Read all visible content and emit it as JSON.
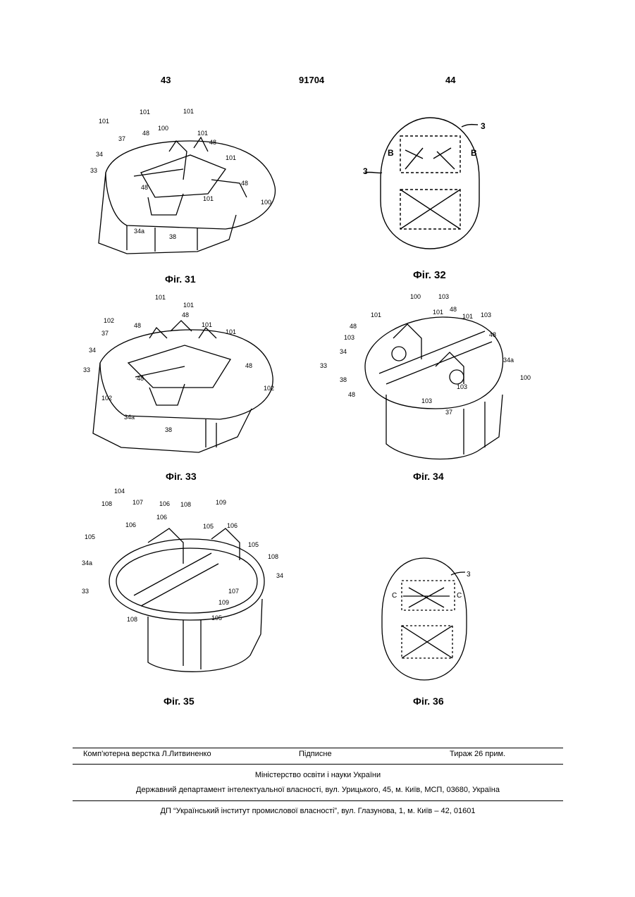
{
  "header": {
    "left_page": "43",
    "patent_number": "91704",
    "right_page": "44"
  },
  "figures": [
    {
      "caption": "Фіг. 31",
      "labels": [
        "101",
        "101",
        "101",
        "48",
        "100",
        "37",
        "101",
        "48",
        "34",
        "101",
        "33",
        "48",
        "48",
        "101",
        "100",
        "34a",
        "38"
      ]
    },
    {
      "caption": "Фіг. 32",
      "labels": [
        "3",
        "3",
        "B",
        "B"
      ]
    },
    {
      "caption": "Фіг. 33",
      "labels": [
        "101",
        "101",
        "102",
        "48",
        "48",
        "37",
        "101",
        "101",
        "34",
        "33",
        "48",
        "48",
        "102",
        "102",
        "34a",
        "38"
      ]
    },
    {
      "caption": "Фіг. 34",
      "labels": [
        "100",
        "103",
        "101",
        "101",
        "48",
        "101",
        "103",
        "48",
        "103",
        "48",
        "34",
        "33",
        "38",
        "34a",
        "100",
        "48",
        "103",
        "103",
        "37"
      ]
    },
    {
      "caption": "Фіг. 35",
      "labels": [
        "104",
        "108",
        "107",
        "106",
        "108",
        "109",
        "106",
        "106",
        "105",
        "106",
        "105",
        "105",
        "108",
        "34a",
        "34",
        "33",
        "107",
        "109",
        "108",
        "105"
      ]
    },
    {
      "caption": "Фіг. 36",
      "labels": [
        "3",
        "C",
        "C"
      ]
    }
  ],
  "footer": {
    "typesetting": "Комп’ютерна верстка Л.Литвиненко",
    "signed": "Підписне",
    "print_run": "Тираж 26 прим.",
    "ministry": "Міністерство освіти і науки України",
    "department": "Державний департамент інтелектуальної власності, вул. Урицького, 45, м. Київ, МСП, 03680, Україна",
    "institute": "ДП “Український інститут промислової власності”, вул. Глазунова, 1, м. Київ – 42, 01601"
  }
}
